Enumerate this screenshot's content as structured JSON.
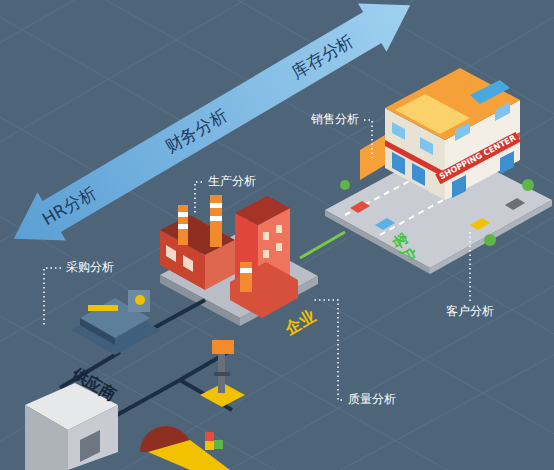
{
  "diagram": {
    "nodes": [
      {
        "text": [
          "HR分析",
          "财务分析",
          "库存分析"
        ]
      }
    ],
    "labels": [
      "生产分析",
      "销售分析",
      "采购分析",
      "企业",
      "客户",
      "质量分析",
      "客户分析",
      "供应商",
      "SHOPPING CENTER"
    ]
  }
}
